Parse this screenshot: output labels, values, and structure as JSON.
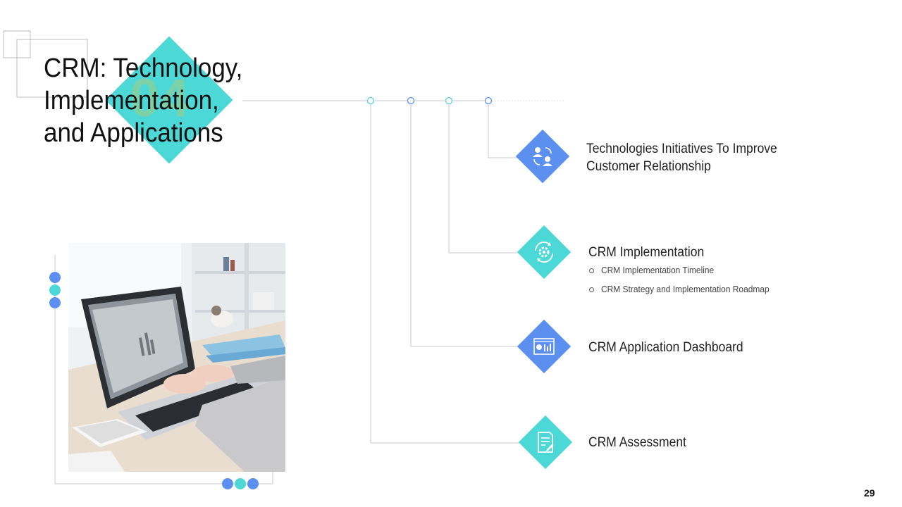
{
  "slide": {
    "title_lines": [
      "CRM: Technology,",
      "Implementation,",
      "and Applications"
    ],
    "section_number": "04",
    "page_number": "29"
  },
  "items": [
    {
      "title_lines": [
        "Technologies Initiatives To Improve",
        "Customer Relationship"
      ],
      "icon": "people-exchange-icon",
      "color": "#5b8ff0"
    },
    {
      "title_lines": [
        "CRM Implementation"
      ],
      "icon": "gear-cycle-icon",
      "color": "#4dd8d8",
      "bullets": [
        "CRM Implementation Timeline",
        "CRM Strategy and  Implementation Roadmap"
      ]
    },
    {
      "title_lines": [
        "CRM Application Dashboard"
      ],
      "icon": "dashboard-icon",
      "color": "#5b8ff0"
    },
    {
      "title_lines": [
        "CRM Assessment"
      ],
      "icon": "document-edit-icon",
      "color": "#4dd8d8"
    }
  ],
  "colors": {
    "accent_teal": "#4dd8d8",
    "accent_blue": "#5b8ff0",
    "line_gray": "#c8c8c8"
  }
}
